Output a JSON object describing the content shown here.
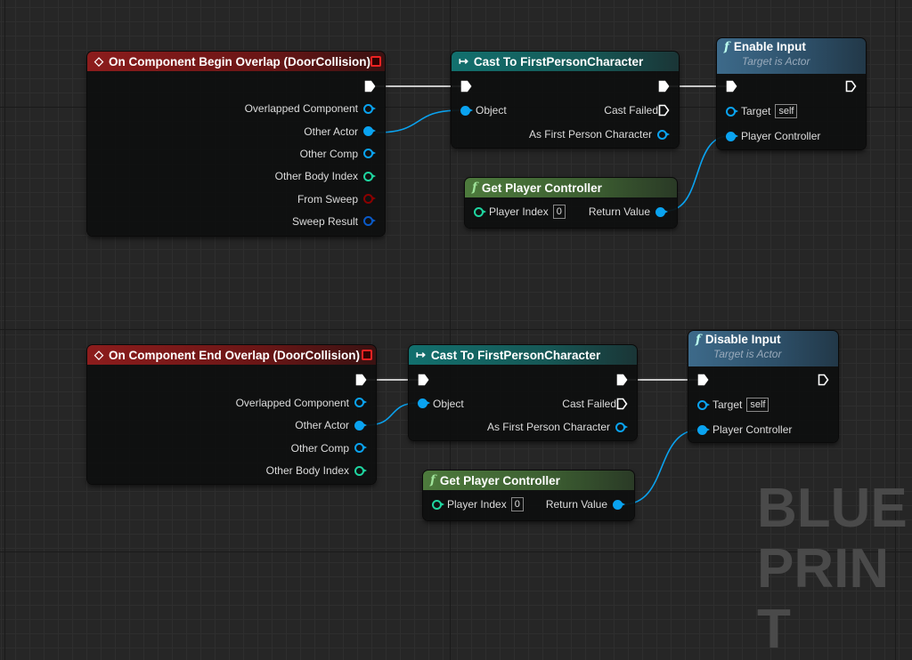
{
  "watermark": "BLUEPRINT",
  "pin_colors": {
    "exec": "#ffffff",
    "object": "#0aa3f0",
    "int": "#1fd5a0",
    "bool": "#8a0000",
    "struct": "#0a5ac8"
  },
  "nodes": [
    {
      "title": "On Component Begin Overlap (DoorCollision)",
      "kind": "event",
      "icon": "event-diamond-icon",
      "rows": [
        {
          "right": {
            "type": "exec",
            "connected": true
          }
        },
        {
          "right": {
            "label": "Overlapped Component",
            "type": "object",
            "connected": false
          }
        },
        {
          "right": {
            "label": "Other Actor",
            "type": "object",
            "connected": true
          }
        },
        {
          "right": {
            "label": "Other Comp",
            "type": "object",
            "connected": false
          }
        },
        {
          "right": {
            "label": "Other Body Index",
            "type": "int",
            "connected": false
          }
        },
        {
          "right": {
            "label": "From Sweep",
            "type": "bool",
            "connected": false
          }
        },
        {
          "right": {
            "label": "Sweep Result",
            "type": "struct",
            "connected": false
          }
        }
      ]
    },
    {
      "title": "Cast To FirstPersonCharacter",
      "kind": "cast",
      "icon": "cast-arrow-icon",
      "rows": [
        {
          "left": {
            "type": "exec",
            "connected": true
          },
          "right": {
            "type": "exec",
            "connected": true
          }
        },
        {
          "left": {
            "label": "Object",
            "type": "object",
            "connected": true
          },
          "right": {
            "label": "Cast Failed",
            "type": "exec",
            "connected": false
          }
        },
        {
          "right": {
            "label": "As First Person Character",
            "type": "object",
            "connected": false
          }
        }
      ]
    },
    {
      "title": "Enable Input",
      "subtitle": "Target is Actor",
      "kind": "func",
      "icon": "function-icon",
      "rows": [
        {
          "left": {
            "type": "exec",
            "connected": true
          },
          "right": {
            "type": "exec",
            "connected": false
          }
        },
        {
          "left": {
            "label": "Target",
            "type": "object",
            "connected": false,
            "value": "self"
          }
        },
        {
          "left": {
            "label": "Player Controller",
            "type": "object",
            "connected": true
          }
        }
      ]
    },
    {
      "title": "Get Player Controller",
      "kind": "pure",
      "icon": "function-icon",
      "rows": [
        {
          "left": {
            "label": "Player Index",
            "type": "int",
            "connected": false,
            "value": "0"
          },
          "right": {
            "label": "Return Value",
            "type": "object",
            "connected": true
          }
        }
      ]
    },
    {
      "title": "On Component End Overlap (DoorCollision)",
      "kind": "event",
      "icon": "event-diamond-icon",
      "rows": [
        {
          "right": {
            "type": "exec",
            "connected": true
          }
        },
        {
          "right": {
            "label": "Overlapped Component",
            "type": "object",
            "connected": false
          }
        },
        {
          "right": {
            "label": "Other Actor",
            "type": "object",
            "connected": true
          }
        },
        {
          "right": {
            "label": "Other Comp",
            "type": "object",
            "connected": false
          }
        },
        {
          "right": {
            "label": "Other Body Index",
            "type": "int",
            "connected": false
          }
        }
      ]
    },
    {
      "title": "Cast To FirstPersonCharacter",
      "kind": "cast",
      "icon": "cast-arrow-icon",
      "rows": [
        {
          "left": {
            "type": "exec",
            "connected": true
          },
          "right": {
            "type": "exec",
            "connected": true
          }
        },
        {
          "left": {
            "label": "Object",
            "type": "object",
            "connected": true
          },
          "right": {
            "label": "Cast Failed",
            "type": "exec",
            "connected": false
          }
        },
        {
          "right": {
            "label": "As First Person Character",
            "type": "object",
            "connected": false
          }
        }
      ]
    },
    {
      "title": "Disable Input",
      "subtitle": "Target is Actor",
      "kind": "func",
      "icon": "function-icon",
      "rows": [
        {
          "left": {
            "type": "exec",
            "connected": true
          },
          "right": {
            "type": "exec",
            "connected": false
          }
        },
        {
          "left": {
            "label": "Target",
            "type": "object",
            "connected": false,
            "value": "self"
          }
        },
        {
          "left": {
            "label": "Player Controller",
            "type": "object",
            "connected": true
          }
        }
      ]
    },
    {
      "title": "Get Player Controller",
      "kind": "pure",
      "icon": "function-icon",
      "rows": [
        {
          "left": {
            "label": "Player Index",
            "type": "int",
            "connected": false,
            "value": "0"
          },
          "right": {
            "label": "Return Value",
            "type": "object",
            "connected": true
          }
        }
      ]
    }
  ]
}
